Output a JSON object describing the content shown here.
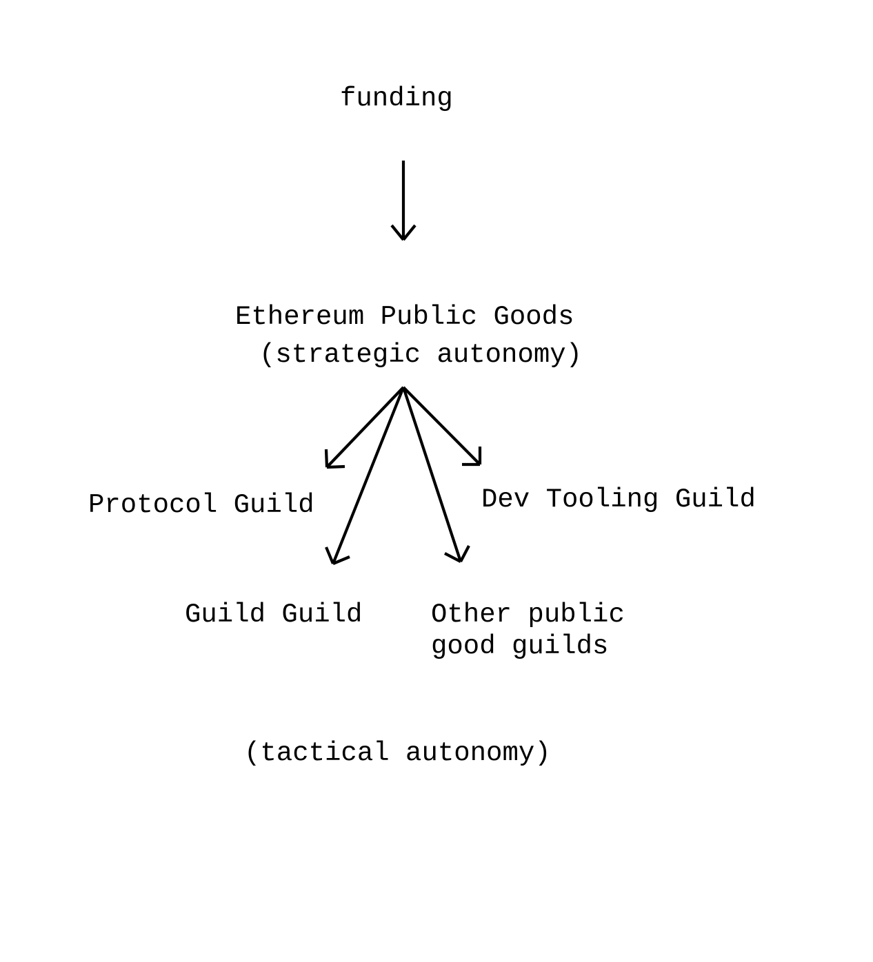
{
  "diagram": {
    "type": "flowchart",
    "colors": {
      "background": "#ffffff",
      "ink": "#000000"
    },
    "nodes": {
      "funding": {
        "label": "funding"
      },
      "epg_title": {
        "label": "Ethereum Public Goods"
      },
      "epg_subtitle": {
        "label": "(strategic autonomy)"
      },
      "protocol_guild": {
        "label": "Protocol Guild"
      },
      "dev_tooling_guild": {
        "label": "Dev Tooling Guild"
      },
      "guild_guild": {
        "label": "Guild Guild"
      },
      "other_guilds_line1": {
        "label": "Other public"
      },
      "other_guilds_line2": {
        "label": "good guilds"
      },
      "tactical_autonomy": {
        "label": "(tactical autonomy)"
      }
    },
    "edges": [
      {
        "from": "funding",
        "to": "ethereum_public_goods"
      },
      {
        "from": "ethereum_public_goods",
        "to": "protocol_guild"
      },
      {
        "from": "ethereum_public_goods",
        "to": "dev_tooling_guild"
      },
      {
        "from": "ethereum_public_goods",
        "to": "guild_guild"
      },
      {
        "from": "ethereum_public_goods",
        "to": "other_public_good_guilds"
      }
    ]
  }
}
